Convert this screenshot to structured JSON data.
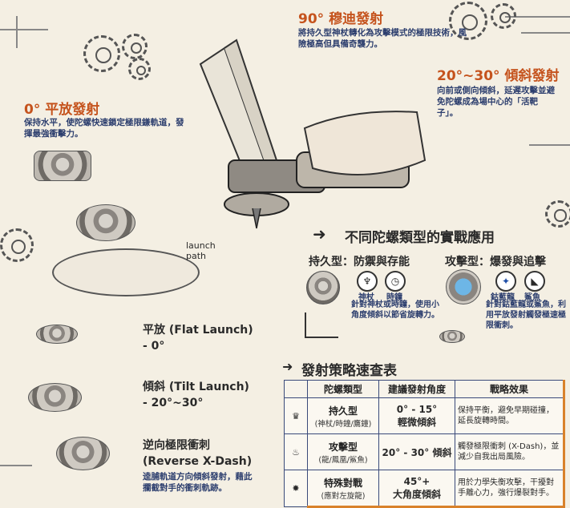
{
  "vertical": {
    "title": "90° 穆迪發射",
    "desc": "將持久型神杖轉化為攻擊模式的極限技術，風險極高但具備奇襲力。"
  },
  "tilt_top": {
    "title": "20°~30° 傾斜發射",
    "desc": "向前或側向傾斜，延遲攻擊並避免陀螺成為場中心的「活靶子」。"
  },
  "flat_top": {
    "title": "0° 平放發射",
    "desc": "保持水平，使陀螺快速鎖定極限鎌軌道，發揮最強衝擊力。"
  },
  "launch_path": "launch path",
  "side_labels": {
    "flat": "平放 (Flat Launch)",
    "flat_angle": "- 0°",
    "tilt": "傾斜 (Tilt Launch)",
    "tilt_angle": "- 20°~30°",
    "reverse": "逆向極限衝刺",
    "reverse_en": "(Reverse X-Dash)",
    "reverse_desc": "逵脯軌道方向傾斜發射，藉此攔截對手的衝刺軌跡。"
  },
  "section": {
    "title": "不同陀螺類型的實戰應用",
    "stamina_title": "持久型：防禦與存能",
    "stamina_icons": [
      "神杖",
      "時鐘"
    ],
    "stamina_desc": "針對神杖或時鐘，使用小角度傾斜以節省旋轉力。",
    "attack_title": "攻擊型：爆發與追擊",
    "attack_icons": [
      "鈷藍龍",
      "鯊魚"
    ],
    "attack_desc": "針對鈷藍龍或鯊魚，利用平放發射觸發極速極限衝刺。"
  },
  "table": {
    "title": "發射策略速查表",
    "headers": [
      "陀螺類型",
      "建議發射角度",
      "戰略效果"
    ],
    "rows": [
      {
        "type": "持久型",
        "sub": "(神杖/時鐘/鷹鐘)",
        "angle1": "0° - 15°",
        "angle2": "輕微傾斜",
        "effect": "保持平衡，避免早期碰撞，延長旋轉時間。"
      },
      {
        "type": "攻擊型",
        "sub": "(龍/鳳凰/鯊魚)",
        "angle1": "20° - 30° 傾斜",
        "angle2": "",
        "effect": "觸發極限衝刺 (X-Dash)，並減少自我出局風險。"
      },
      {
        "type": "特殊對戰",
        "sub": "(應對左旋龍)",
        "angle1": "45°+",
        "angle2": "大角度傾斜",
        "effect": "用於力學失衡攻擊，干擾對手離心力，強行爆裂對手。"
      }
    ]
  }
}
